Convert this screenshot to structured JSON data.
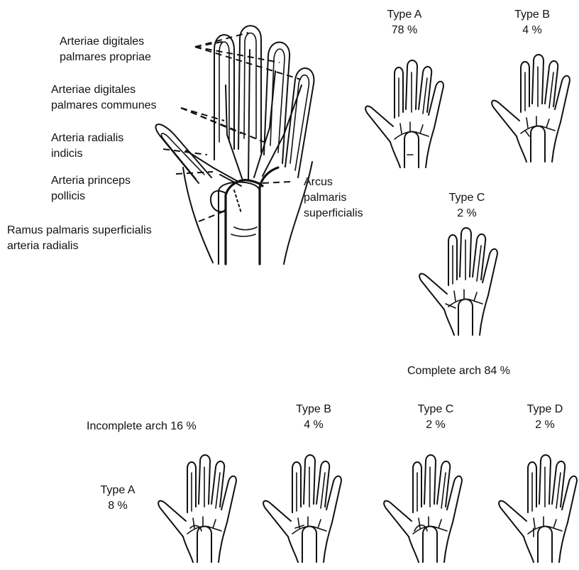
{
  "main_labels": {
    "digitales_propriae": [
      "Arteriae digitales",
      "palmares propriae"
    ],
    "digitales_communes": [
      "Arteriae digitales",
      "palmares communes"
    ],
    "radialis_indicis": [
      "Arteria radialis",
      "indicis"
    ],
    "princeps_pollicis": [
      "Arteria princeps",
      "pollicis"
    ],
    "ramus_palmaris": [
      "Ramus palmaris superficialis",
      "arteria radialis"
    ],
    "arcus_palmaris": [
      "Arcus",
      "palmaris",
      "superficialis"
    ]
  },
  "complete": {
    "heading": "Complete arch 84 %",
    "types": [
      {
        "name": "Type A",
        "pct": "78 %"
      },
      {
        "name": "Type B",
        "pct": "4 %"
      },
      {
        "name": "Type C",
        "pct": "2 %"
      }
    ]
  },
  "incomplete": {
    "heading": "Incomplete arch 16 %",
    "types": [
      {
        "name": "Type A",
        "pct": "8 %"
      },
      {
        "name": "Type B",
        "pct": "4 %"
      },
      {
        "name": "Type C",
        "pct": "2 %"
      },
      {
        "name": "Type D",
        "pct": "2 %"
      }
    ]
  }
}
